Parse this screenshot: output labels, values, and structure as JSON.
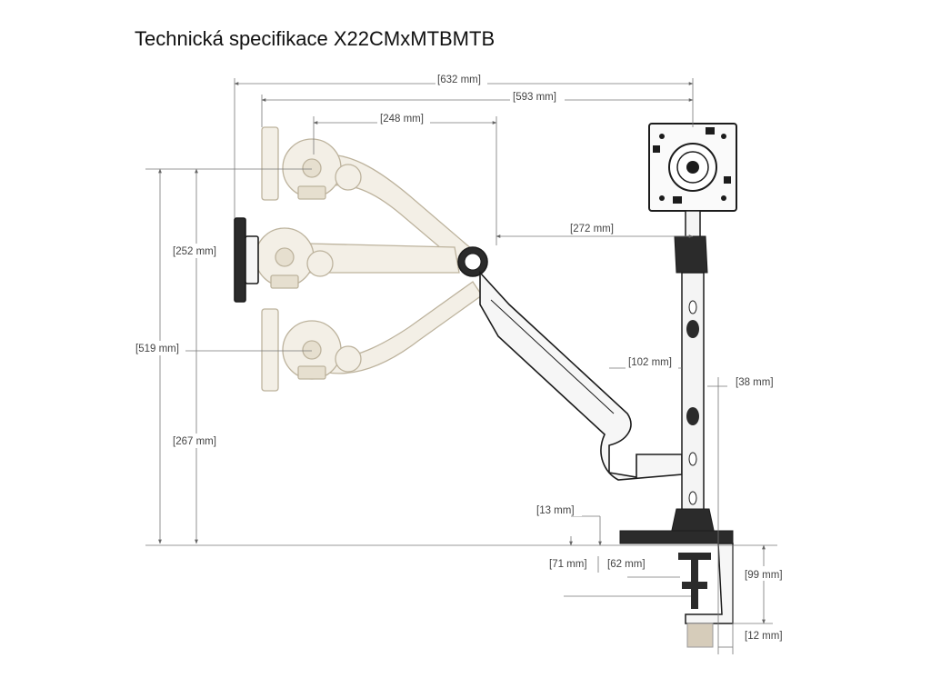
{
  "title": "Technická specifikace X22CMxMTBMTB",
  "dimensions": {
    "d632": "[632 mm]",
    "d593": "[593 mm]",
    "d248": "[248 mm]",
    "d272": "[272 mm]",
    "d252": "[252 mm]",
    "d519": "[519 mm]",
    "d267": "[267 mm]",
    "d102": "[102 mm]",
    "d38": "[38 mm]",
    "d13": "[13 mm]",
    "d71": "[71 mm]",
    "d62": "[62 mm]",
    "d99": "[99 mm]",
    "d12": "[12 mm]"
  },
  "colors": {
    "ghost": "#bdb39d",
    "arm": "#1c1c1c",
    "dimension": "#777777"
  }
}
